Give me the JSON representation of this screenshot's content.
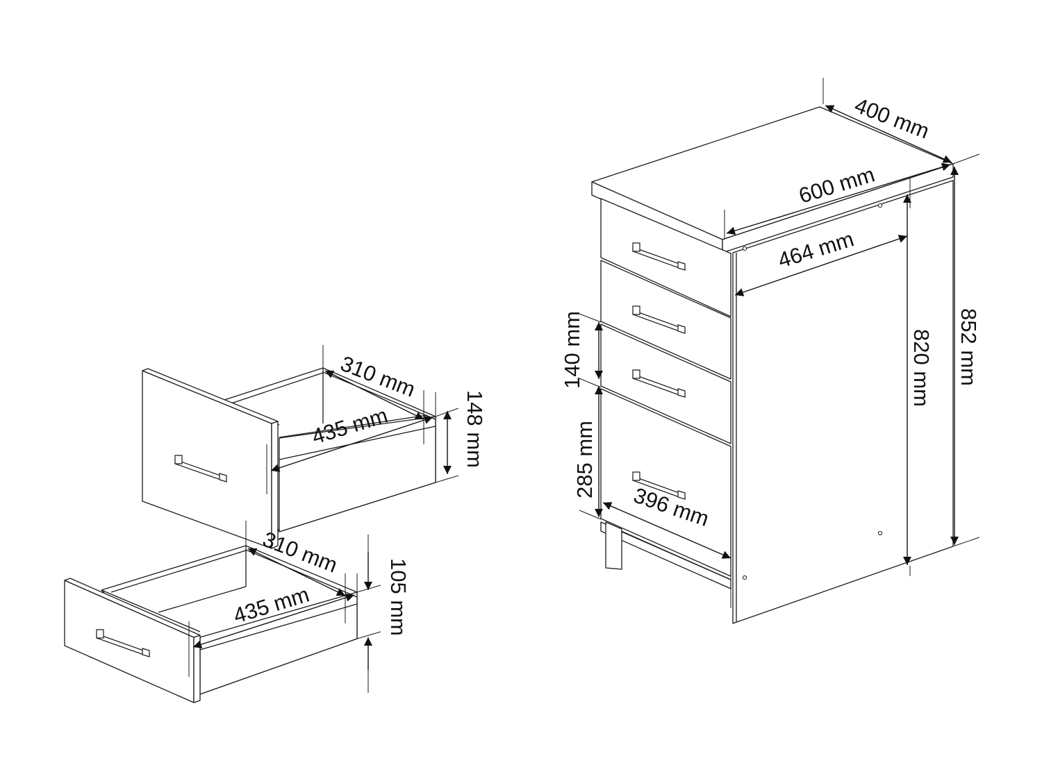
{
  "labels": {
    "width": "600 mm",
    "depth": "400 mm",
    "inner_depth": "464 mm",
    "total_height": "852 mm",
    "body_height": "820 mm",
    "drawer_front_height_small": "140 mm",
    "drawer_front_height_large": "285 mm",
    "drawer_front_width": "396 mm",
    "top_drawer_box_width": "310 mm",
    "top_drawer_box_length": "435 mm",
    "top_drawer_box_height": "148 mm",
    "bottom_drawer_box_width": "310 mm",
    "bottom_drawer_box_length": "435 mm",
    "bottom_drawer_box_height": "105 mm"
  },
  "colors": {
    "line": "#1a1a1a",
    "background": "#ffffff"
  }
}
